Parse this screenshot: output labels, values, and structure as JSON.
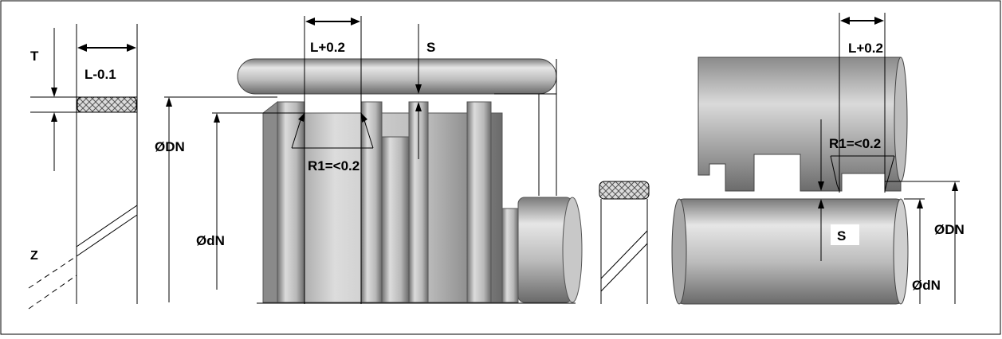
{
  "diagram": {
    "left_ring": {
      "thickness_label": "T",
      "length_label": "L-0.1",
      "cut_label": "Z"
    },
    "middle_assembly": {
      "groove_width_label": "L+0.2",
      "clearance_label": "S",
      "outer_diameter_label": "ØDN",
      "inner_diameter_label": "ØdN",
      "radius_label": "R1=<0.2"
    },
    "right_assembly": {
      "groove_width_label": "L+0.2",
      "radius_label": "R1=<0.2",
      "clearance_label": "S",
      "outer_diameter_label": "ØDN",
      "inner_diameter_label": "ØdN"
    },
    "colors": {
      "metal_dark": "#6e6e6e",
      "metal_light": "#d9d9d9",
      "line": "#000000"
    }
  }
}
